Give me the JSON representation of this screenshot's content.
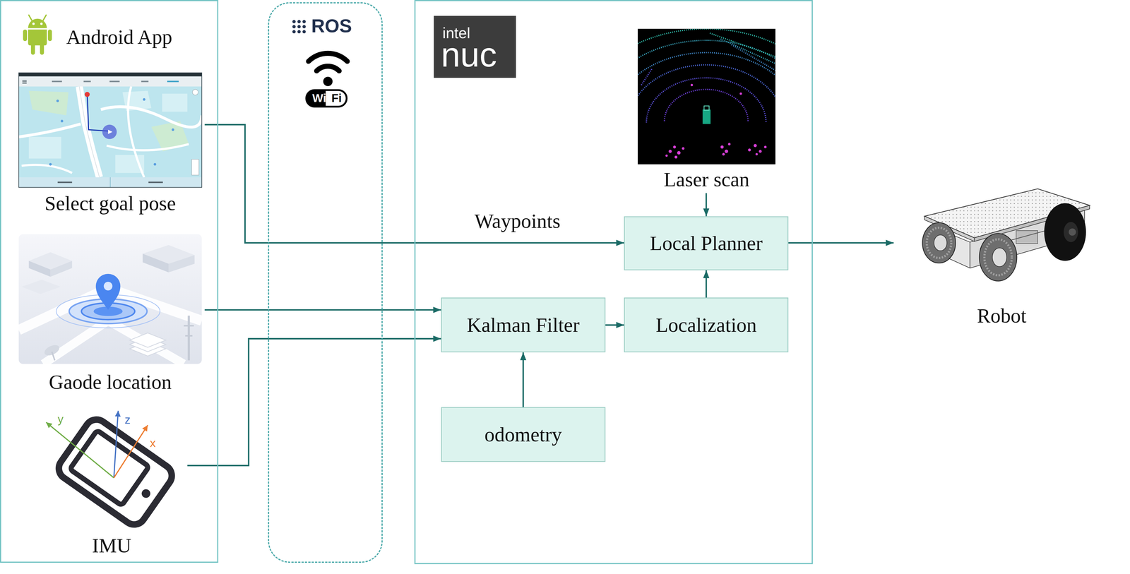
{
  "diagram": {
    "nodes": [
      {
        "text": [
          "Android App"
        ]
      },
      {
        "text": [
          "Select goal pose"
        ],
        "in": 0
      },
      {
        "text": [
          "Gaode location"
        ],
        "in": 0
      },
      {
        "text": [
          "IMU"
        ],
        "in": 0
      },
      {
        "text": [
          "ROS"
        ]
      },
      {
        "text": [
          "intel",
          "nuc"
        ]
      },
      {
        "text": [
          "Laser scan"
        ],
        "in": 5
      },
      {
        "text": [
          "Local Planner"
        ],
        "in": 5
      },
      {
        "text": [
          "Kalman Filter"
        ],
        "in": 5
      },
      {
        "text": [
          "Localization"
        ],
        "in": 5
      },
      {
        "text": [
          "odometry"
        ],
        "in": 5
      },
      {
        "text": [
          "Robot"
        ]
      }
    ],
    "edges": [
      {
        "from": 1,
        "to": 7,
        "arrow": "to",
        "label": "Waypoints"
      },
      {
        "from": 2,
        "to": 8,
        "arrow": "to"
      },
      {
        "from": 3,
        "to": 8,
        "arrow": "to"
      },
      {
        "from": 10,
        "to": 8,
        "arrow": "to"
      },
      {
        "from": 8,
        "to": 9,
        "arrow": "to"
      },
      {
        "from": 9,
        "to": 7,
        "arrow": "to"
      },
      {
        "from": 6,
        "to": 7,
        "arrow": "to"
      },
      {
        "from": 7,
        "to": 11,
        "arrow": "to"
      }
    ],
    "labels": [
      "Wi",
      "Fi",
      "y",
      "z",
      "x"
    ]
  }
}
